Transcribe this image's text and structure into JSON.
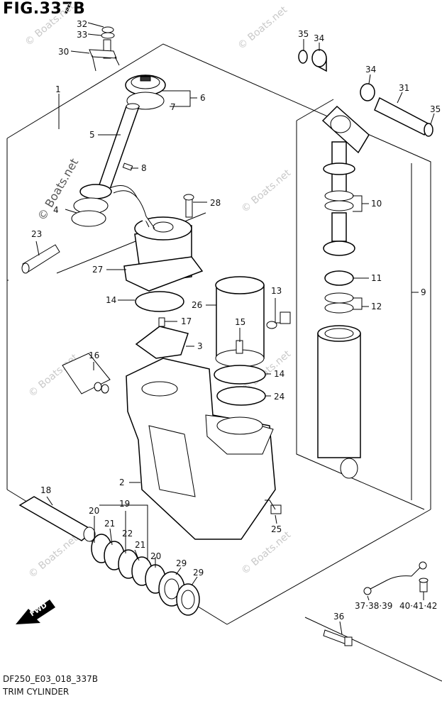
{
  "figure": {
    "title": "FIG.337B",
    "model_code": "DF250_E03_018_337B",
    "name": "TRIM CYLINDER",
    "direction_label": "FWD"
  },
  "watermark": "© Boats.net",
  "callouts": [
    {
      "id": "c32",
      "label": "32"
    },
    {
      "id": "c33",
      "label": "33"
    },
    {
      "id": "c30",
      "label": "30"
    },
    {
      "id": "c1",
      "label": "1"
    },
    {
      "id": "c6",
      "label": "6"
    },
    {
      "id": "c7",
      "label": "7"
    },
    {
      "id": "c5",
      "label": "5"
    },
    {
      "id": "c8",
      "label": "8"
    },
    {
      "id": "c4",
      "label": "4"
    },
    {
      "id": "c28",
      "label": "28"
    },
    {
      "id": "c23",
      "label": "23"
    },
    {
      "id": "c27",
      "label": "27"
    },
    {
      "id": "c14a",
      "label": "14"
    },
    {
      "id": "c17",
      "label": "17"
    },
    {
      "id": "c3",
      "label": "3"
    },
    {
      "id": "c26",
      "label": "26"
    },
    {
      "id": "c13",
      "label": "13"
    },
    {
      "id": "c15",
      "label": "15"
    },
    {
      "id": "c16",
      "label": "16"
    },
    {
      "id": "c14b",
      "label": "14"
    },
    {
      "id": "c24",
      "label": "24"
    },
    {
      "id": "c2",
      "label": "2"
    },
    {
      "id": "c18",
      "label": "18"
    },
    {
      "id": "c20a",
      "label": "20"
    },
    {
      "id": "c19",
      "label": "19"
    },
    {
      "id": "c21a",
      "label": "21"
    },
    {
      "id": "c22",
      "label": "22"
    },
    {
      "id": "c21b",
      "label": "21"
    },
    {
      "id": "c20b",
      "label": "20"
    },
    {
      "id": "c29a",
      "label": "29"
    },
    {
      "id": "c29b",
      "label": "29"
    },
    {
      "id": "c25",
      "label": "25"
    },
    {
      "id": "c35a",
      "label": "35"
    },
    {
      "id": "c34a",
      "label": "34"
    },
    {
      "id": "c34b",
      "label": "34"
    },
    {
      "id": "c31",
      "label": "31"
    },
    {
      "id": "c35b",
      "label": "35"
    },
    {
      "id": "c10",
      "label": "10"
    },
    {
      "id": "c9",
      "label": "9"
    },
    {
      "id": "c11",
      "label": "11"
    },
    {
      "id": "c12",
      "label": "12"
    },
    {
      "id": "c36",
      "label": "36"
    },
    {
      "id": "c373839",
      "label": "37·38·39"
    },
    {
      "id": "c404142",
      "label": "40·41·42"
    }
  ]
}
